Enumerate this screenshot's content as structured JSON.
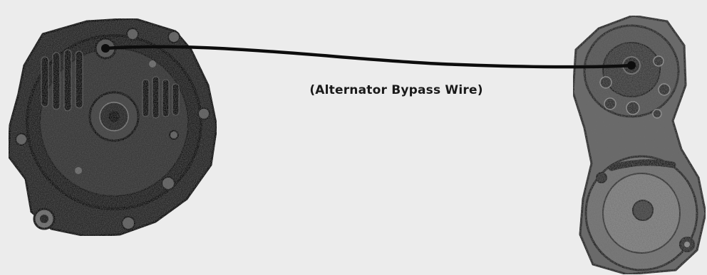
{
  "diagram": {
    "caption": "(Alternator Bypass Wire)",
    "components": [
      {
        "name": "alternator"
      },
      {
        "name": "starter-motor"
      }
    ],
    "connection": {
      "from": "alternator",
      "to": "starter-motor"
    }
  },
  "colors": {
    "background": "#ececec",
    "wire": "#0d0d0d",
    "part_dark": "#1c1c1c",
    "part_mid": "#4a4a4a",
    "part_light": "#9a9a9a"
  }
}
